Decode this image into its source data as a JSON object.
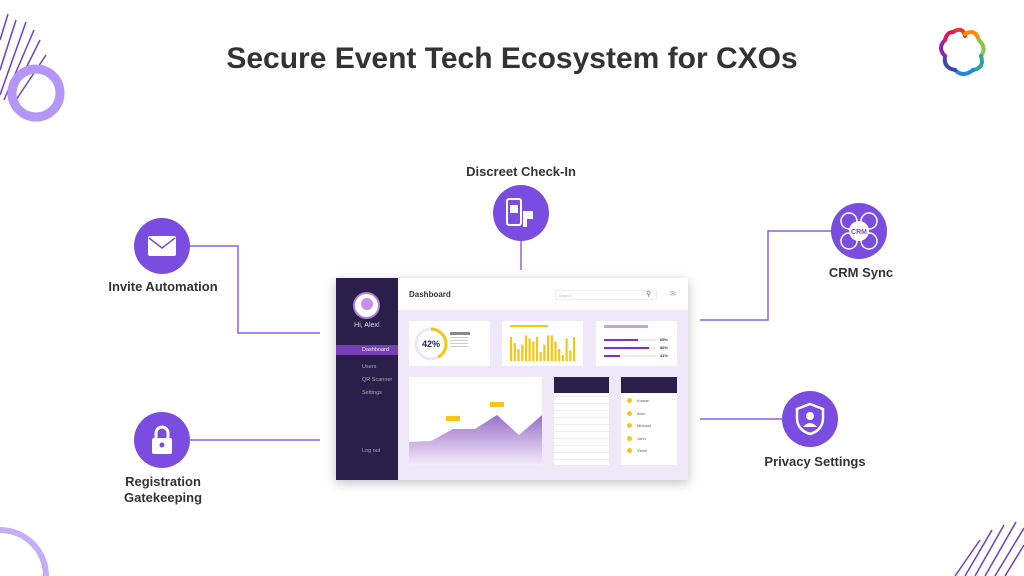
{
  "title": "Secure Event Tech Ecosystem for CXOs",
  "features": [
    {
      "label": "Invite Automation",
      "icon": "envelope-icon"
    },
    {
      "label": "Discreet Check-In",
      "icon": "qr-scanner-icon"
    },
    {
      "label": "CRM Sync",
      "icon": "crm-icon",
      "icon_text": "CRM"
    },
    {
      "label": "Registration Gatekeeping",
      "line1": "Registration",
      "line2": "Gatekeeping",
      "icon": "lock-icon"
    },
    {
      "label": "Privacy Settings",
      "icon": "shield-user-icon"
    }
  ],
  "dashboard": {
    "greeting": "Hi, Alex!",
    "nav": [
      "Dashboard",
      "Users",
      "QR Scanner",
      "Settings"
    ],
    "logout": "Log out",
    "header": "Dashboard",
    "search_placeholder": "Search",
    "donut_percent": "42%",
    "donut_value": 42,
    "progress": [
      {
        "value": 65,
        "label": "65%"
      },
      {
        "value": 86,
        "label": "86%"
      },
      {
        "value": 31,
        "label": "31%"
      }
    ],
    "bars": [
      80,
      60,
      40,
      55,
      85,
      75,
      65,
      80,
      30,
      55,
      85,
      85,
      65,
      40,
      20,
      75,
      35,
      80
    ],
    "attendees": [
      "Kumar",
      "Arun",
      "Micheal",
      "John",
      "Victor"
    ]
  },
  "colors": {
    "purple": "#7a4de0",
    "dark": "#2a1f4a",
    "yellow": "#f5c518"
  }
}
